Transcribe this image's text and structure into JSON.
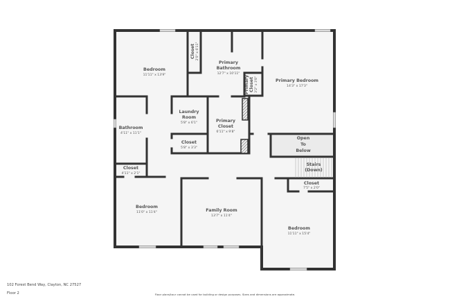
{
  "rooms": {
    "bedroom_nw": {
      "name": "Bedroom",
      "dim": "11'11\" x 13'9\""
    },
    "closet_n": {
      "name": "Closet",
      "dim": "2'0\" x 6'11\""
    },
    "primary_bathroom": {
      "name1": "Primary",
      "name2": "Bathroom",
      "dim": "12'7\" x 10'11\""
    },
    "primary_closet_small": {
      "name1": "Primary",
      "name2": "Closet",
      "dim": "3'2\" x 3'8\""
    },
    "primary_bedroom": {
      "name": "Primary Bedroom",
      "dim": "14'3\" x 17'3\""
    },
    "laundry": {
      "name1": "Laundry",
      "name2": "Room",
      "dim": "5'8\" x 6'1\""
    },
    "primary_closet": {
      "name1": "Primary",
      "name2": "Closet",
      "dim": "6'11\" x 9'8\""
    },
    "closet_mid": {
      "name": "Closet",
      "dim": "5'8\" x 3'3\""
    },
    "bathroom": {
      "name": "Bathroom",
      "dim": "4'11\" x 11'1\""
    },
    "closet_w": {
      "name": "Closet",
      "dim": "4'11\" x 2'1\""
    },
    "open_below": {
      "l1": "Open",
      "l2": "To",
      "l3": "Below"
    },
    "stairs": {
      "l1": "Stairs",
      "l2": "(Down)"
    },
    "closet_e": {
      "name": "Closet",
      "dim": "7'5\" x 2'0\""
    },
    "bedroom_sw": {
      "name": "Bedroom",
      "dim": "11'0\" x 11'4\""
    },
    "family_room": {
      "name": "Family Room",
      "dim": "13'7\" x 11'4\""
    },
    "bedroom_se": {
      "name": "Bedroom",
      "dim": "11'11\" x 15'4\""
    }
  },
  "footer": {
    "address": "102 Forest Bend Way, Clayton, NC 27527",
    "floor": "Floor 2",
    "disclaimer": "Floor plans/tour cannot be used for building or design purposes. Sizes and dimensions are approximate."
  },
  "colors": {
    "wall": "#333333",
    "floor": "#f5f5f5",
    "open_below": "#ebebeb"
  }
}
